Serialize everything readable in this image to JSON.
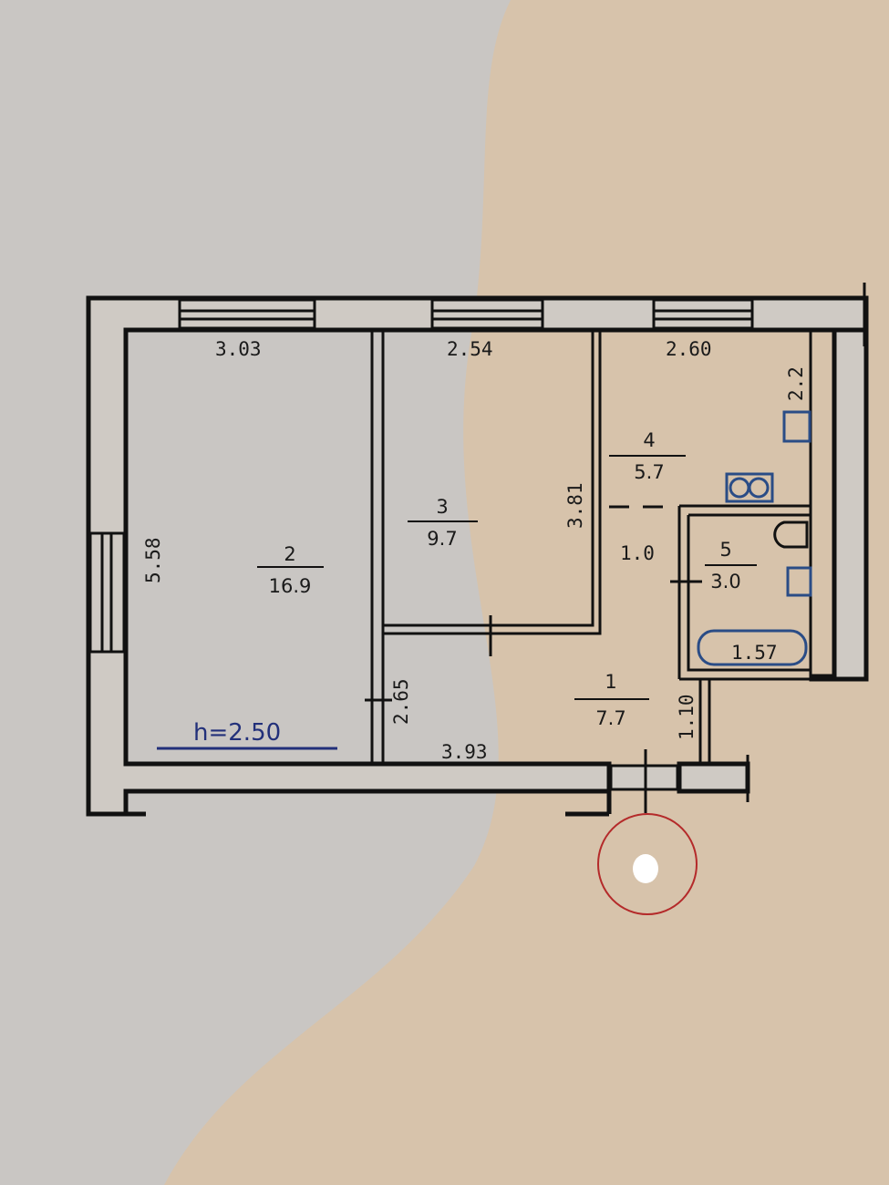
{
  "plan": {
    "ceiling_height": "h=2.50",
    "rooms": [
      {
        "number": "1",
        "area": "7.7"
      },
      {
        "number": "2",
        "area": "16.9"
      },
      {
        "number": "3",
        "area": "9.7"
      },
      {
        "number": "4",
        "area": "5.7"
      },
      {
        "number": "5",
        "area": "3.0"
      }
    ],
    "dimensions": {
      "room2_width": "3.03",
      "room3_width": "2.54",
      "room4_width": "2.60",
      "room4_side": "2.2",
      "room2_length": "5.58",
      "room3_length": "3.81",
      "corridor_width": "1.0",
      "bathtub": "1.57",
      "hall_side": "2.65",
      "entrance_side": "1.10",
      "hall_length": "3.93"
    },
    "colors": {
      "ink": "#111111",
      "blue_ink": "#2a4c86",
      "red_mark": "#b42a2a",
      "paper": "#c8c5c2",
      "stain": "#d8c4ad"
    }
  }
}
